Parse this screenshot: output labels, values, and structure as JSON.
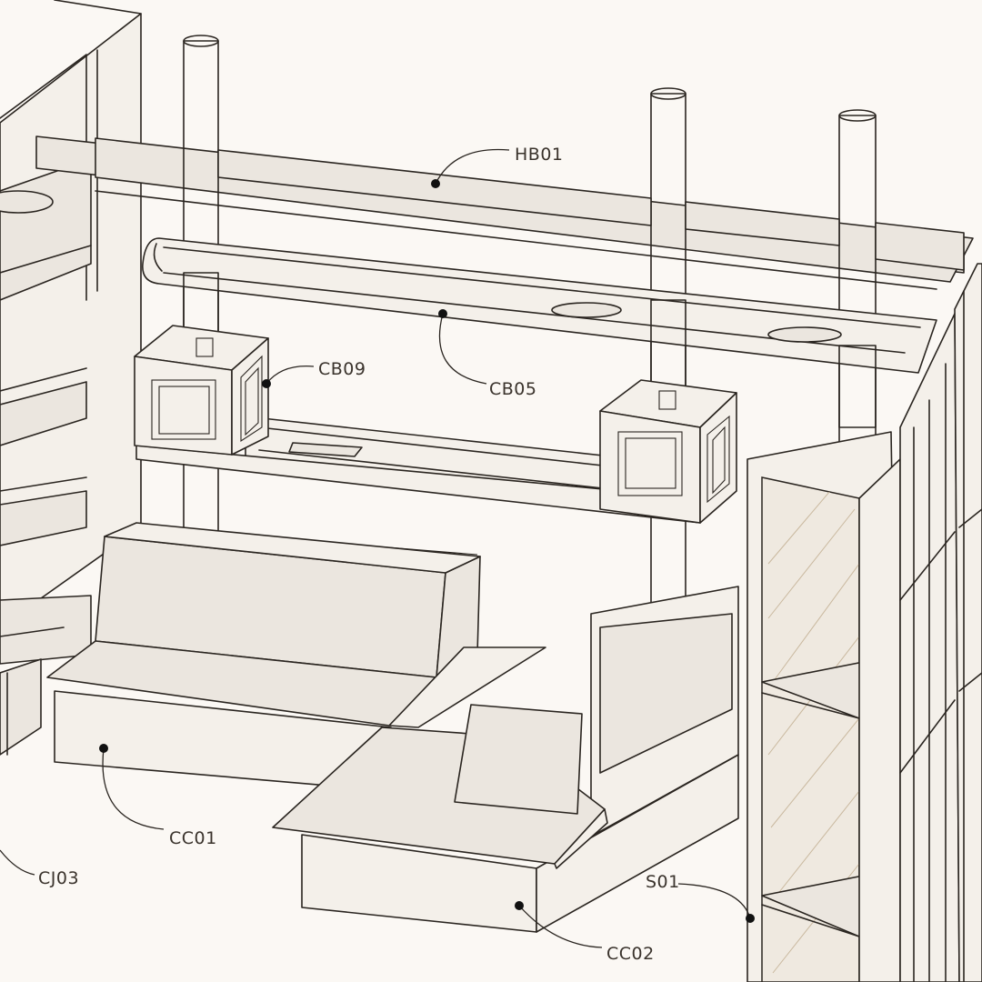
{
  "labels": {
    "hb01": "HB01",
    "cb05": "CB05",
    "cb09": "CB09",
    "cc01": "CC01",
    "cc02": "CC02",
    "cj03": "CJ03",
    "s01": "S01"
  },
  "colors": {
    "background": "#fbf8f4",
    "line": "#2a2520",
    "panel_fill": "#ebe6df",
    "column_speckle": "#8a7a62"
  }
}
